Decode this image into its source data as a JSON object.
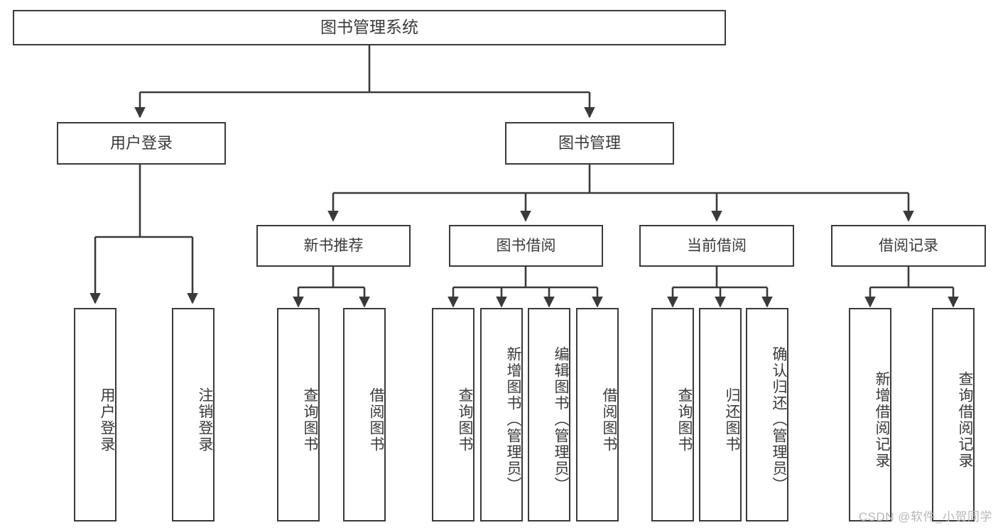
{
  "diagram": {
    "title": "图书管理系统",
    "type": "hierarchy-tree",
    "stroke_color": "#3a3a3a",
    "text_color": "#3a3a3a",
    "background_color": "#ffffff",
    "nodes": {
      "root": {
        "label": "图书管理系统"
      },
      "level1": [
        {
          "id": "user-login",
          "label": "用户登录"
        },
        {
          "id": "book-management",
          "label": "图书管理"
        }
      ],
      "level2": [
        {
          "id": "new-book-recommend",
          "label": "新书推荐"
        },
        {
          "id": "book-borrow",
          "label": "图书借阅"
        },
        {
          "id": "current-borrow",
          "label": "当前借阅"
        },
        {
          "id": "borrow-record",
          "label": "借阅记录"
        }
      ],
      "leaves": {
        "user-login": [
          {
            "id": "leaf-user-login",
            "label": "用户登录"
          },
          {
            "id": "leaf-logout-login",
            "label": "注销登录"
          }
        ],
        "new-book-recommend": [
          {
            "id": "leaf-query-book-1",
            "label": "查询图书"
          },
          {
            "id": "leaf-borrow-book-1",
            "label": "借阅图书"
          }
        ],
        "book-borrow": [
          {
            "id": "leaf-query-book-2",
            "label": "查询图书"
          },
          {
            "id": "leaf-add-book",
            "label": "新增图书（管理员）"
          },
          {
            "id": "leaf-edit-book",
            "label": "编辑图书（管理员）"
          },
          {
            "id": "leaf-borrow-book-2",
            "label": "借阅图书"
          }
        ],
        "current-borrow": [
          {
            "id": "leaf-query-book-3",
            "label": "查询图书"
          },
          {
            "id": "leaf-return-book",
            "label": "归还图书"
          },
          {
            "id": "leaf-confirm-return",
            "label": "确认归还（管理员）"
          }
        ],
        "borrow-record": [
          {
            "id": "leaf-add-record",
            "label": "新增借阅记录"
          },
          {
            "id": "leaf-query-record",
            "label": "查询借阅记录"
          }
        ]
      }
    }
  },
  "watermark": {
    "text": "CSDN @软件_小贺同学"
  }
}
